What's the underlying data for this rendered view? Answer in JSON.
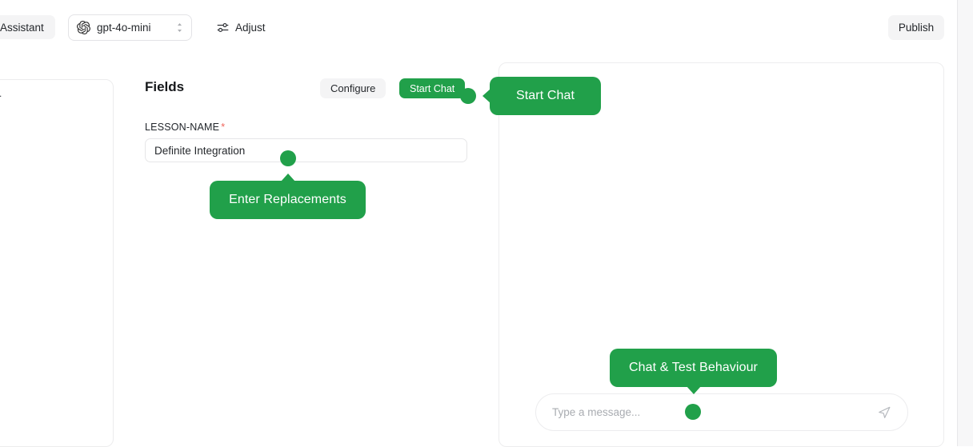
{
  "topbar": {
    "assistant_tab_label": "Assistant",
    "model_select": {
      "value": "gpt-4o-mini",
      "logo_icon": "openai-logo-icon",
      "chevron_icon": "chevron-up-down-icon"
    },
    "adjust": {
      "label": "Adjust",
      "icon": "tune-sliders-icon"
    },
    "publish_label": "Publish"
  },
  "left_panel": {
    "truncated_text": "."
  },
  "fields_panel": {
    "title": "Fields",
    "configure_label": "Configure",
    "start_chat_label": "Start Chat",
    "lesson_name": {
      "label": "LESSON-NAME",
      "required_marker": "*",
      "value": "Definite Integration"
    }
  },
  "chat_panel": {
    "input_placeholder": "Type a message...",
    "input_value": "",
    "send_icon": "send-paper-plane-icon"
  },
  "tour": {
    "accent_color": "#21a04a",
    "steps": [
      {
        "label": "Start Chat"
      },
      {
        "label": "Enter Replacements"
      },
      {
        "label": "Chat & Test Behaviour"
      }
    ]
  }
}
